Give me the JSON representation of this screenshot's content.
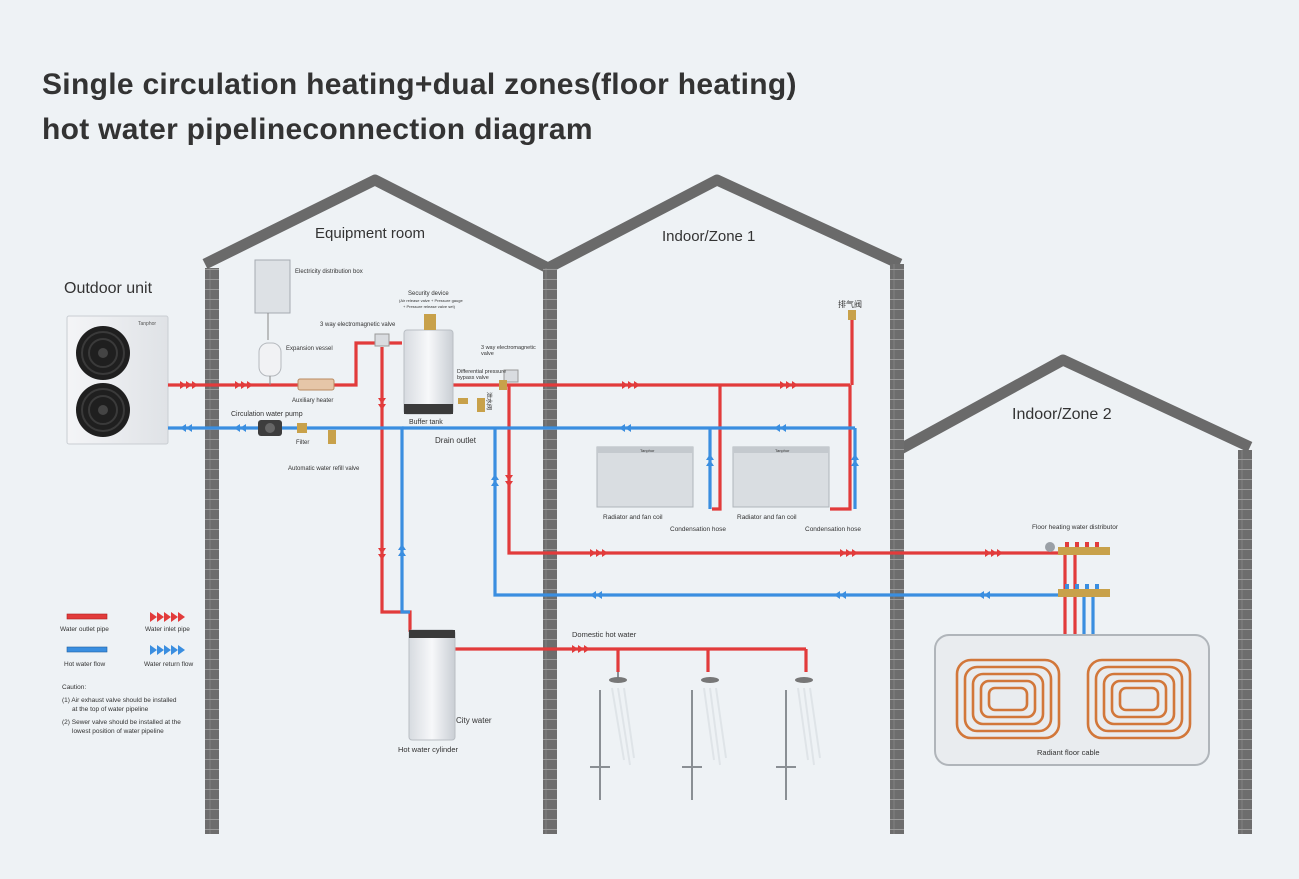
{
  "title": {
    "line1": "Single circulation heating+dual zones(floor heating)",
    "line2": "hot water pipelineconnection diagram"
  },
  "rooms": {
    "equipment": "Equipment room",
    "zone1": "Indoor/Zone 1",
    "zone2": "Indoor/Zone 2",
    "outdoor": "Outdoor unit"
  },
  "components": {
    "electricity_box": "Electricity distribution box",
    "three_way_valve": "3 way electromagnetic valve",
    "security_device": "Security device",
    "security_device_detail_1": "(Air release valve + Pressure gauge",
    "security_device_detail_2": "+ Pressure release valve set)",
    "expansion_vessel": "Expansion vessel",
    "auxiliary_heater": "Auxiliary heater",
    "circulation_pump": "Circulation water pump",
    "filter": "Filter",
    "auto_refill_valve": "Automatic water refill valve",
    "buffer_tank": "Buffer tank",
    "drain_outlet": "Drain outlet",
    "three_way_valve_2_line1": "3 way electromagnetic",
    "three_way_valve_2_line2": "valve",
    "diff_pressure_line1": "Differential pressure",
    "diff_pressure_line2": "bypass valve",
    "exhaust_valve": "排气阀",
    "sewer_valve": "泄水阀",
    "radiator_1": "Radiator and fan coil",
    "radiator_2": "Radiator and fan coil",
    "condensation_hose_1": "Condensation hose",
    "condensation_hose_2": "Condensation hose",
    "floor_distributor": "Floor heating water distributor",
    "radiant_floor": "Radiant floor cable",
    "domestic_hot_water": "Domestic hot water",
    "city_water": "City water",
    "hot_water_cylinder": "Hot water cylinder",
    "brand": "Tanphor"
  },
  "legend": {
    "water_outlet_pipe": "Water outlet pipe",
    "water_inlet_pipe": "Water inlet pipe",
    "hot_water_flow": "Hot water flow",
    "water_return_flow": "Water return flow",
    "caution_title": "Caution:",
    "caution_1_line1": "(1) Air exhaust valve should be installed",
    "caution_1_line2": "at the top of water pipeline",
    "caution_2_line1": "(2) Sewer valve should be installed at the",
    "caution_2_line2": "lowest position of water pipeline"
  },
  "colors": {
    "supply": "#e23b3b",
    "return": "#3a8ee0",
    "wall": "#6b6b6b",
    "roof": "#6a6a6a",
    "background": "#eef2f5"
  },
  "icons": [
    "fan-icon",
    "shower-icon",
    "pump-icon",
    "valve-icon",
    "radiator-icon",
    "manifold-icon"
  ]
}
